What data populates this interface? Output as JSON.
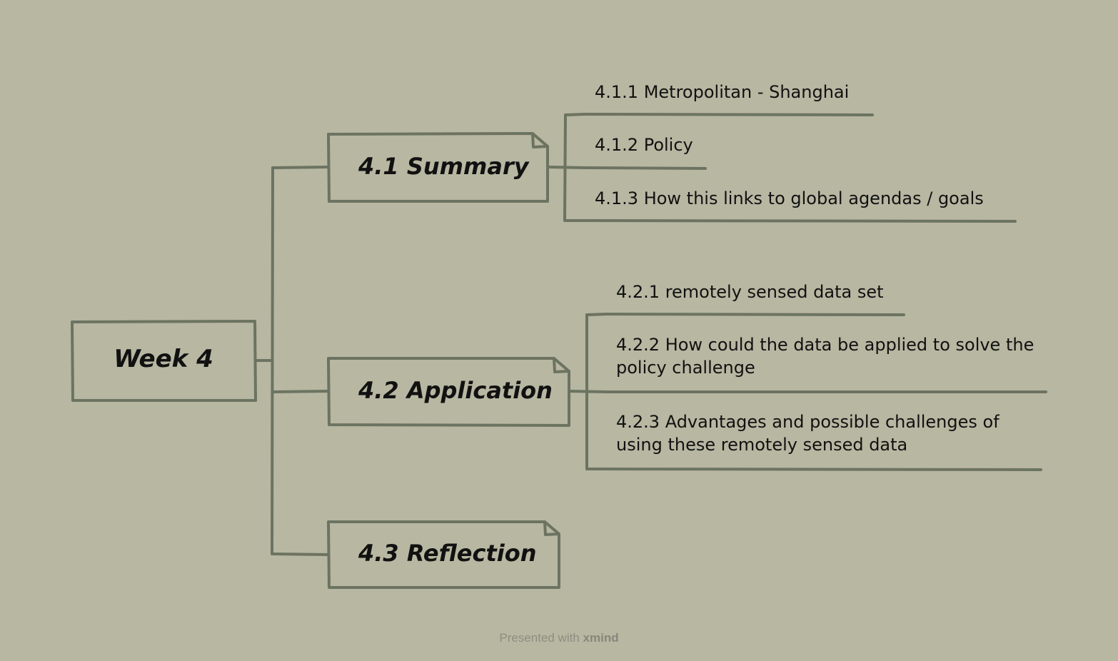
{
  "colors": {
    "background": "#b7b7a2",
    "line": "#6c7361",
    "text": "#111111"
  },
  "root": {
    "label": "Week 4"
  },
  "topics": [
    {
      "label": "4.1 Summary",
      "subtopics": [
        "4.1.1 Metropolitan - Shanghai",
        "4.1.2 Policy",
        "4.1.3 How this links to global agendas / goals"
      ]
    },
    {
      "label": "4.2 Application",
      "subtopics": [
        "4.2.1 remotely sensed data set",
        "4.2.2 How could the data be applied to solve the policy challenge",
        "4.2.3 Advantages and possible challenges of using these remotely sensed data"
      ]
    },
    {
      "label": "4.3 Reflection",
      "subtopics": []
    }
  ],
  "footer": {
    "prefix": "Presented with",
    "brand": "xmind"
  }
}
